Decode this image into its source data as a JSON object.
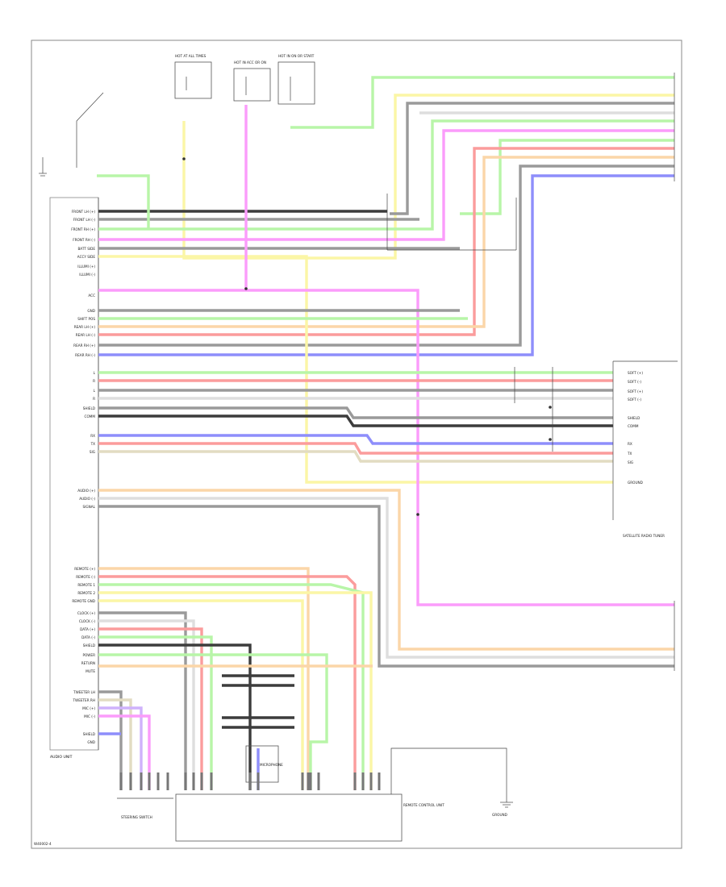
{
  "diagram": {
    "page_ref": "W40002-4",
    "unit_label": "AUDIO UNIT",
    "colors": {
      "green": "#b8f5a8",
      "yellow": "#fbf6a6",
      "pink": "#fb9cfb",
      "gray": "#9a9a9a",
      "dark": "#3c3c3c",
      "red": "#fb9c9c",
      "orange": "#fbd6a8",
      "blue": "#8e8efb",
      "tan": "#e2dcc2",
      "purple": "#cfb2fb",
      "white": "#dedede"
    },
    "top_components": [
      {
        "label": "HOT AT ALL TIMES"
      },
      {
        "label": "HOT IN ACC OR ON"
      },
      {
        "label": "HOT IN ON OR START"
      }
    ],
    "left_pins_a": [
      "FRONT LH (+)",
      "FRONT LH (-)",
      "FRONT RH (+)",
      "FRONT RH (-)",
      "BATT SIDE",
      "ACCY SIDE",
      "ILLUMI (+)",
      "ILLUMI (-)",
      "ACC",
      "GND",
      "SHIFT POS",
      "REAR LH (+)",
      "REAR LH (-)",
      "REAR RH (+)",
      "REAR RH (-)"
    ],
    "left_pins_b": [
      "L",
      "R",
      "L",
      "R",
      "SHIELD",
      "COMM",
      "RX",
      "TX",
      "SIG"
    ],
    "left_pins_c": [
      "AUDIO (+)",
      "AUDIO (-)",
      "SIGNAL"
    ],
    "left_pins_d": [
      "REMOTE (+)",
      "REMOTE (-)",
      "REMOTE 1",
      "REMOTE 2",
      "REMOTE GND",
      "CLOCK (+)",
      "CLOCK (-)",
      "DATA (+)",
      "DATA (-)",
      "SHIELD",
      "POWER",
      "RETURN",
      "MUTE",
      "TWEETER LH",
      "TWEETER RH",
      "MIC (+)",
      "MIC (-)",
      "SHIELD",
      "GND"
    ],
    "right_pins": [
      "SOFT (+)",
      "SOFT (-)",
      "SOFT (+)",
      "SOFT (-)",
      "SHIELD",
      "COMM",
      "RX",
      "TX",
      "SIG",
      "GROUND"
    ],
    "right_component": "SATELLITE RADIO TUNER",
    "bottom_components": [
      {
        "label": "STEERING SWITCH"
      },
      {
        "label": "MICROPHONE"
      },
      {
        "label": "REMOTE CONTROL UNIT"
      },
      {
        "label": "GROUND"
      }
    ]
  }
}
